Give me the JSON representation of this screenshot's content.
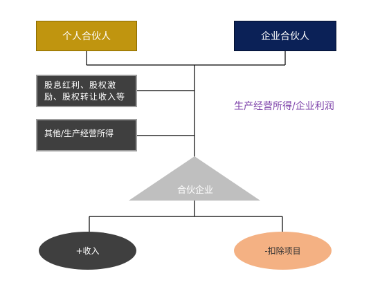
{
  "diagram": {
    "top_boxes": {
      "individual_partner": "个人合伙人",
      "corporate_partner": "企业合伙人"
    },
    "left_boxes": {
      "dividend_line1": "股息红利、股权激",
      "dividend_line2": "励、股权转让收入等",
      "other": "其他/生产经营所得"
    },
    "annotation": "生产经营所得/企业利润",
    "partnership": "合伙企业",
    "outcomes": {
      "income": "+收入",
      "deduction": "-扣除项目"
    },
    "colors": {
      "individual_box": "#c0950f",
      "corporate_box": "#0b2157",
      "left_boxes": "#3f3f3f",
      "annotation_text": "#7b3fa8",
      "triangle": "#bfbfbf",
      "income_ellipse": "#3f3f3f",
      "deduction_ellipse": "#f4b183"
    }
  }
}
